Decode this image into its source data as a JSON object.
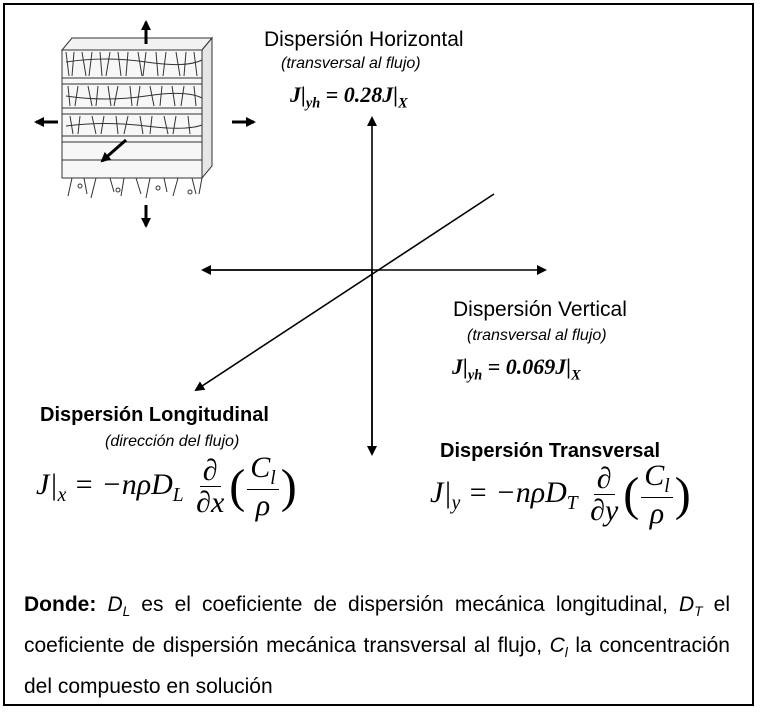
{
  "horizontal": {
    "title": "Dispersión Horizontal",
    "subtitle": "(transversal al flujo)",
    "eq_lhs": "J|",
    "eq_sub": "yh",
    "eq_rhs": " = 0.28J|",
    "eq_sub2": "X"
  },
  "vertical": {
    "title": "Dispersión Vertical",
    "subtitle": "(transversal al flujo)",
    "eq_lhs": "J|",
    "eq_sub": "yh",
    "eq_rhs": " = 0.069J|",
    "eq_sub2": "X"
  },
  "longitudinal": {
    "title": "Dispersión Longitudinal",
    "subtitle": "(dirección del flujo)",
    "eq_lhs": "J|",
    "eq_var": "x",
    "eq_mid": " = −nρD",
    "eq_coef": "L",
    "deriv_num": "∂",
    "deriv_den": "∂x",
    "conc_num": "C",
    "conc_sub": "l",
    "conc_den": "ρ"
  },
  "transversal": {
    "title": "Dispersión Transversal",
    "eq_lhs": "J|",
    "eq_var": "y",
    "eq_mid": " = −nρD",
    "eq_coef": "T",
    "deriv_num": "∂",
    "deriv_den": "∂y",
    "conc_num": "C",
    "conc_sub": "l",
    "conc_den": "ρ"
  },
  "note": {
    "lead": "Donde:",
    "dl": "D",
    "dl_sub": "L",
    "t1": " es el coeficiente de dispersión mecánica longitudinal, ",
    "dt": "D",
    "dt_sub": "T",
    "t2": " el coeficiente de dispersión mecánica transversal al flujo, ",
    "cl": "C",
    "cl_sub": "l",
    "t3": " la concentración del compuesto en solución"
  }
}
